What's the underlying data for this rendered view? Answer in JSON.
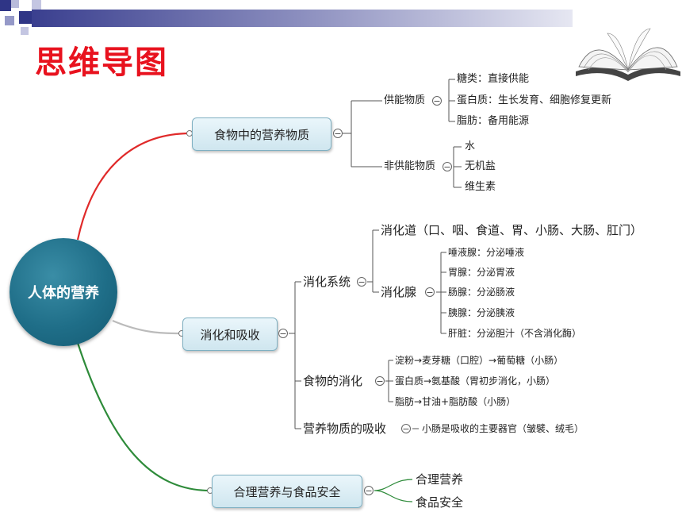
{
  "header": {
    "title": "思维导图"
  },
  "mindmap": {
    "root": "人体的营养",
    "collapse_symbol": "−",
    "branch1": {
      "label": "食物中的营养物质",
      "energy": {
        "label": "供能物质",
        "items": [
          "糖类：直接供能",
          "蛋白质：生长发育、细胞修复更新",
          "脂肪：备用能源"
        ]
      },
      "nonenergy": {
        "label": "非供能物质",
        "items": [
          "水",
          "无机盐",
          "维生素"
        ]
      }
    },
    "branch2": {
      "label": "消化和吸收",
      "system": {
        "label": "消化系统",
        "tract": "消化道（口、咽、食道、胃、小肠、大肠、肛门）",
        "glands": {
          "label": "消化腺",
          "items": [
            "唾液腺：分泌唾液",
            "胃腺：分泌胃液",
            "肠腺：分泌肠液",
            "胰腺：分泌胰液",
            "肝脏：分泌胆汁（不含消化酶）"
          ]
        }
      },
      "digestion": {
        "label": "食物的消化",
        "items": [
          "淀粉→麦芽糖（口腔）→葡萄糖（小肠）",
          "蛋白质→氨基酸（胃初步消化，小肠）",
          "脂肪→甘油+脂肪酸（小肠）"
        ]
      },
      "absorption": {
        "label": "营养物质的吸收",
        "item": "小肠是吸收的主要器官（皱襞、绒毛）"
      }
    },
    "branch3": {
      "label": "合理营养与食品安全",
      "items": [
        "合理营养",
        "食品安全"
      ]
    }
  },
  "colors": {
    "title": "#e8121e",
    "root": "#1f6e88",
    "branch1_line": "#e02a2a",
    "branch2_line": "#bbbbbb",
    "branch3_line": "#2e8b3a",
    "connector": "#555555"
  }
}
